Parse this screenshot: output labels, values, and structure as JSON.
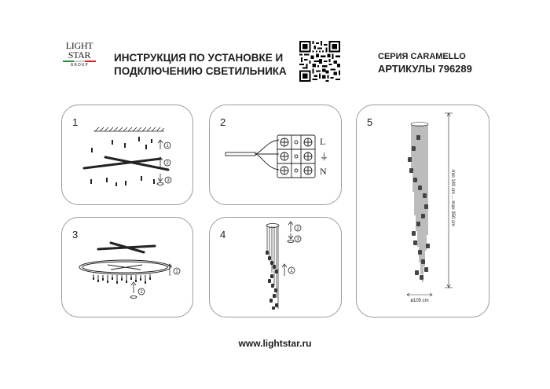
{
  "logo": {
    "line1": "LIGHT",
    "line2": "STAR",
    "line3": "GROUP"
  },
  "header": {
    "title_line1": "ИНСТРУКЦИЯ ПО УСТАНОВКЕ И",
    "title_line2": "ПОДКЛЮЧЕНИЮ СВЕТИЛЬНИКА",
    "series": "СЕРИЯ CARAMELLO",
    "article": "АРТИКУЛЫ 796289"
  },
  "panels": {
    "p1": {
      "number": "1",
      "steps": [
        "1",
        "2",
        "3"
      ]
    },
    "p2": {
      "number": "2",
      "wire_labels": [
        "L",
        "⏚",
        "N"
      ]
    },
    "p3": {
      "number": "3",
      "steps": [
        "1",
        "2"
      ]
    },
    "p4": {
      "number": "4",
      "steps": [
        "2",
        "3",
        "1"
      ]
    },
    "p5": {
      "number": "5",
      "height_label": "min 140 cm ... max 350 cm",
      "diameter_label": "ø105 cm"
    }
  },
  "footer": {
    "url": "www.lightstar.ru"
  },
  "colors": {
    "text": "#1d1d1b",
    "border": "#9c9c9c",
    "flag_green": "#2e8b3d",
    "flag_red": "#d2232a"
  }
}
